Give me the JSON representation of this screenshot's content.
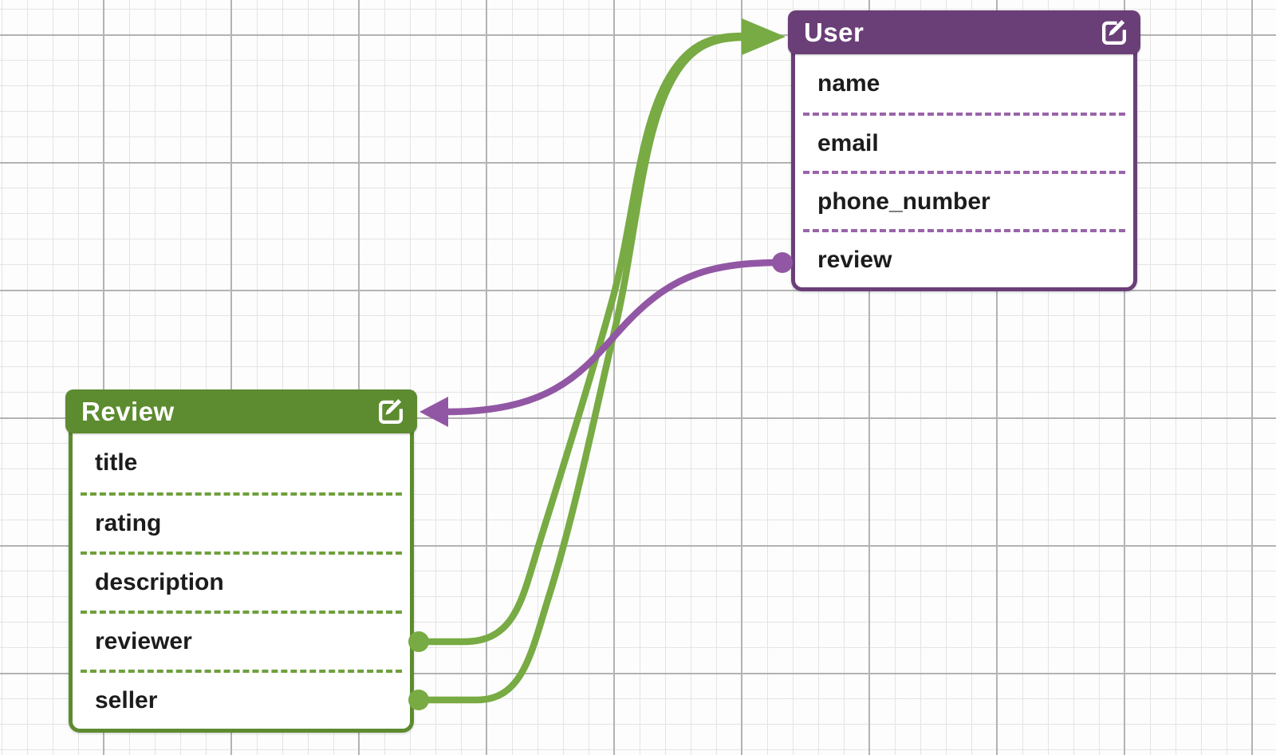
{
  "theme": {
    "bg": "#fdfdfd",
    "grid_minor": "#e4e4e4",
    "grid_major": "#b3b3b3",
    "purple_dark": "#6a3f78",
    "purple_light": "#9257a4",
    "purple_dash": "#9a64ab",
    "green_dark": "#5d8b2f",
    "green_light": "#78ab43",
    "green_dash": "#6fa03c",
    "header_text": "#ffffff",
    "field_text": "#1c1c1c",
    "row_bg": "#ffffff"
  },
  "entities": [
    {
      "title": "User",
      "color": "#6a3f78",
      "fields": [
        "name",
        "email",
        "phone_number",
        "review"
      ]
    },
    {
      "title": "Review",
      "color": "#5d8b2f",
      "fields": [
        "title",
        "rating",
        "description",
        "reviewer",
        "seller"
      ]
    }
  ],
  "relations": [
    {
      "from": "Review.reviewer",
      "to": "User",
      "color": "#78ab43"
    },
    {
      "from": "Review.seller",
      "to": "User",
      "color": "#78ab43"
    },
    {
      "from": "User.review",
      "to": "Review",
      "color": "#9257a4"
    }
  ]
}
